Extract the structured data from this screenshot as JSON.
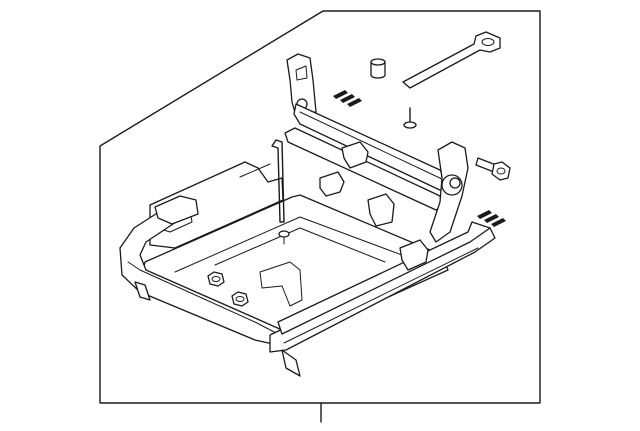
{
  "diagram": {
    "kind": "exploded parts illustration",
    "background_color": "#ffffff",
    "line_color": "#1a1a1a",
    "callout_count": 1,
    "parts": [
      "frame-box",
      "seat-track-frame",
      "left-seat-rail",
      "right-seat-rail",
      "front-cross-bar",
      "rear-cross-bar",
      "recliner-bracket",
      "cable-rod",
      "cap-nut",
      "retaining-strap",
      "screw",
      "bolt",
      "nut",
      "clip-pair"
    ]
  }
}
